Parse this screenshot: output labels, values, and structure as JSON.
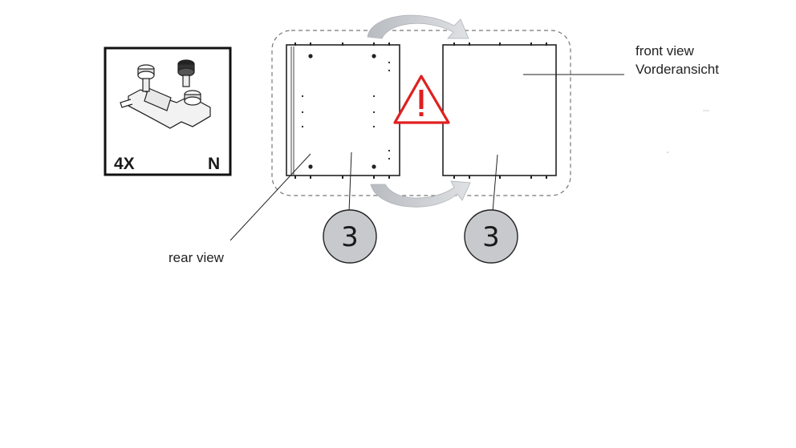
{
  "parts_box": {
    "quantity": "4X",
    "part_letter": "N",
    "icon": "hinge-mounting-plate-icon"
  },
  "labels": {
    "front_view_en": "front view",
    "front_view_de": "Vorderansicht",
    "rear_view": "rear view"
  },
  "steps": {
    "left_number": "3",
    "right_number": "3"
  },
  "icons": {
    "warning": "warning-triangle-icon",
    "flip_arrow_top": "curved-arrow-right-icon",
    "flip_arrow_bottom": "curved-arrow-right-icon"
  },
  "colors": {
    "warning_red": "#e02020",
    "arrow_grey": "#c4c8cc",
    "step_circle_fill": "#c7c9cc",
    "outline": "#222222",
    "dashed_border": "#777777"
  }
}
